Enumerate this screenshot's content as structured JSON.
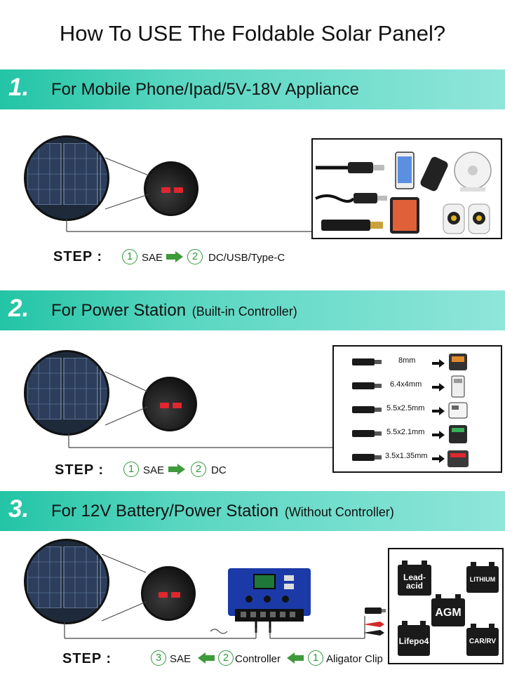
{
  "title": "How To USE The Foldable Solar Panel?",
  "sections": [
    {
      "number": "1.",
      "heading": "For Mobile Phone/Ipad/5V-18V Appliance",
      "heading_sub": "",
      "step_label": "STEP :",
      "steps": [
        {
          "num": "1",
          "label": "SAE"
        },
        {
          "num": "2",
          "label": "DC/USB/Type-C"
        }
      ]
    },
    {
      "number": "2.",
      "heading": "For Power Station",
      "heading_sub": "(Built-in Controller)",
      "step_label": "STEP :",
      "steps": [
        {
          "num": "1",
          "label": "SAE"
        },
        {
          "num": "2",
          "label": "DC"
        }
      ],
      "connectors": [
        "8mm",
        "6.4x4mm",
        "5.5x2.5mm",
        "5.5x2.1mm",
        "3.5x1.35mm"
      ]
    },
    {
      "number": "3.",
      "heading": "For 12V Battery/Power Station",
      "heading_sub": "(Without Controller)",
      "step_label": "STEP :",
      "steps": [
        {
          "num": "3",
          "label": "SAE"
        },
        {
          "num": "2",
          "label": "Controller"
        },
        {
          "num": "1",
          "label": "Aligator Clip"
        }
      ],
      "batteries": [
        "Lead-acid",
        "LITHIUM",
        "AGM",
        "Lifepo4",
        "CAR/RV"
      ]
    }
  ],
  "colors": {
    "bar_start": "#23c4a6",
    "bar_end": "#8fe6da",
    "step_arrow": "#3e9a3a",
    "battery": "#1a1a1a",
    "usb_port": "#e0262e"
  },
  "icons": [
    "solar-panel-icon",
    "usb-port-icon",
    "cable-icon",
    "phone-icon",
    "tablet-icon",
    "speaker-icon",
    "fan-icon",
    "power-station-icon",
    "charge-controller-icon",
    "battery-icon",
    "alligator-clip-icon"
  ]
}
